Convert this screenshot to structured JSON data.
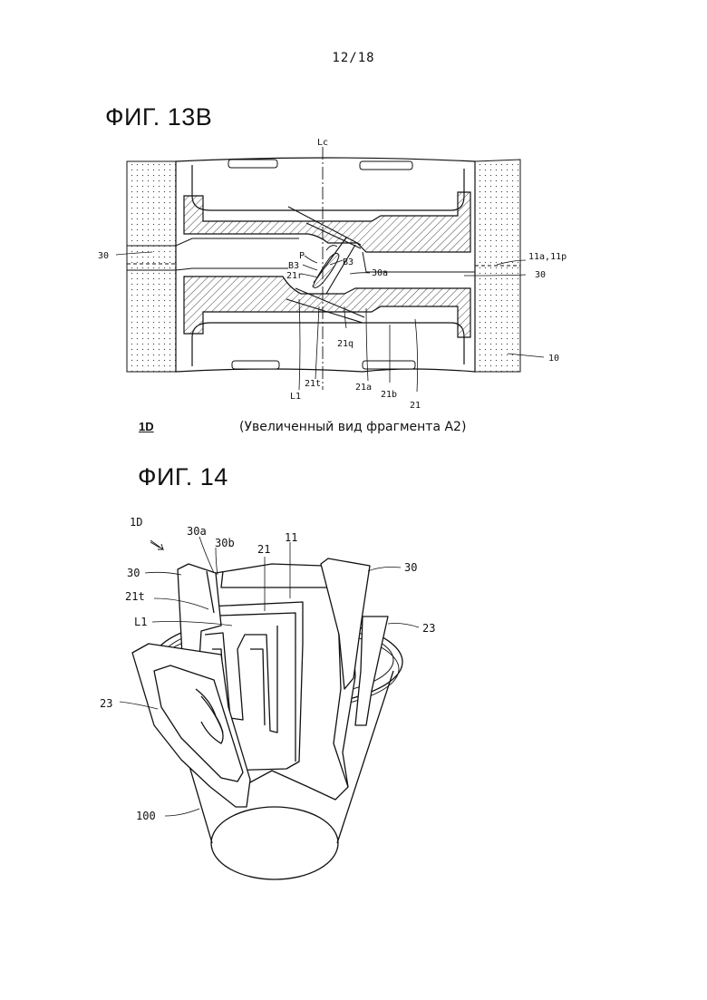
{
  "page_number": "12/18",
  "figure_13": {
    "title": "ФИГ. 13В",
    "labels": {
      "lc": "Lc",
      "p": "P",
      "b3_left": "B3",
      "b3_right": "B3",
      "r21r": "21r",
      "r30a": "30a",
      "r30_left": "30",
      "r30_right": "30",
      "r11": "11a,11p",
      "r10": "10",
      "r21q": "21q",
      "l1": "L1",
      "r21t": "21t",
      "r21a": "21a",
      "r21b": "21b",
      "r21": "21"
    },
    "caption_ref": "1D",
    "caption_text": "(Увеличенный вид фрагмента А2)"
  },
  "figure_14": {
    "title": "ФИГ. 14",
    "labels": {
      "r1d": "1D",
      "r30a": "30a",
      "r30b": "30b",
      "r21": "21",
      "r11": "11",
      "r30_left": "30",
      "r30_right": "30",
      "r21t": "21t",
      "l1": "L1",
      "r23_right": "23",
      "r23_left": "23",
      "r100": "100"
    }
  }
}
